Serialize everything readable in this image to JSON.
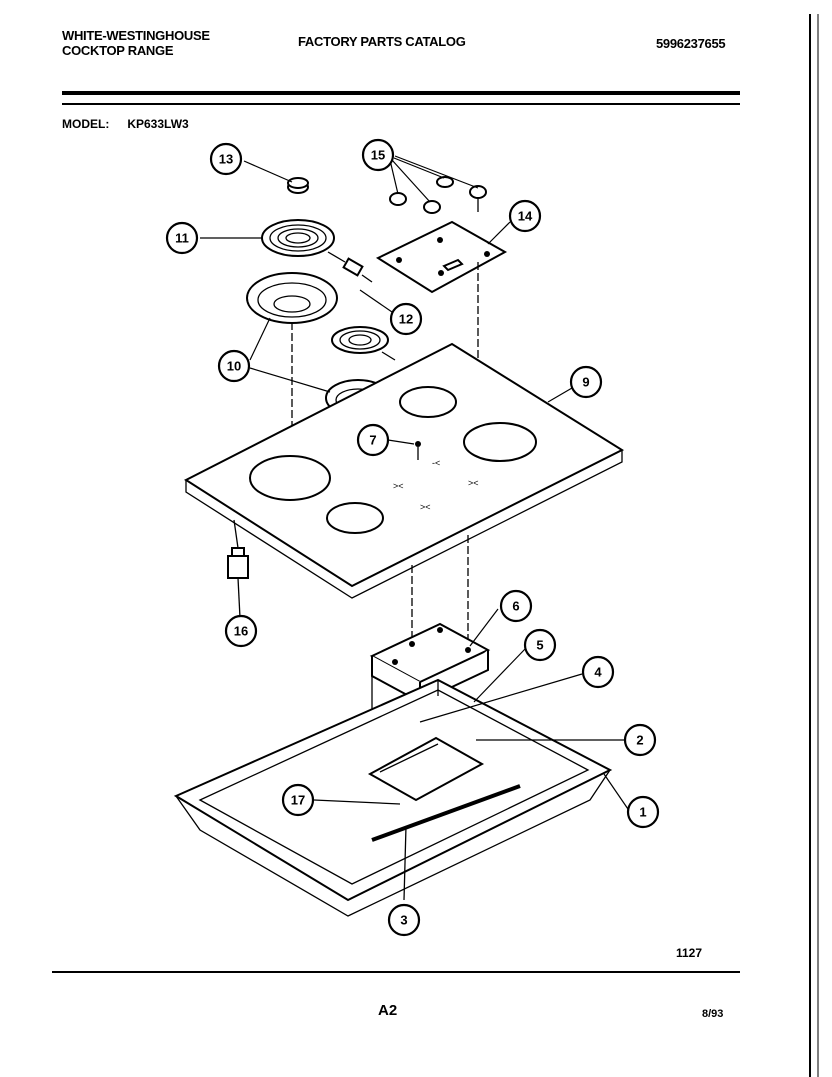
{
  "header": {
    "brand": "WHITE-WESTINGHOUSE",
    "product": "COCKTOP RANGE",
    "catalog_title": "FACTORY PARTS CATALOG",
    "catalog_number": "5996237655"
  },
  "model": {
    "label": "MODEL:",
    "value": "KP633LW3"
  },
  "callouts": [
    "1",
    "2",
    "3",
    "4",
    "5",
    "6",
    "7",
    "9",
    "10",
    "11",
    "12",
    "13",
    "14",
    "15",
    "16",
    "17"
  ],
  "footer": {
    "drawing_number": "1127",
    "page": "A2",
    "date": "8/93"
  }
}
